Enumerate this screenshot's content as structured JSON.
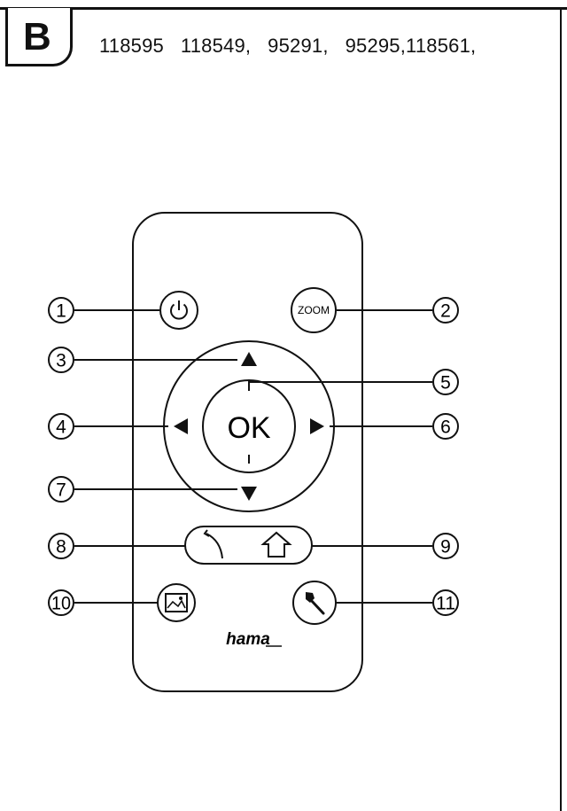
{
  "section": {
    "letter": "B"
  },
  "models": "118595   118549,   95291,   95295,118561,",
  "remote": {
    "zoom_label": "ZOOM",
    "ok_label": "OK",
    "brand": "hama"
  },
  "callouts": [
    "1",
    "2",
    "3",
    "4",
    "5",
    "6",
    "7",
    "8",
    "9",
    "10",
    "11"
  ],
  "icons": {
    "btn1": "power-icon",
    "btn2": "zoom-button",
    "btn3": "arrow-up-icon",
    "btn4": "arrow-left-icon",
    "btn5": "ok-button",
    "btn6": "arrow-right-icon",
    "btn7": "arrow-down-icon",
    "btn8": "back-icon",
    "btn9": "home-icon",
    "btn10": "picture-icon",
    "btn11": "wrench-icon"
  }
}
